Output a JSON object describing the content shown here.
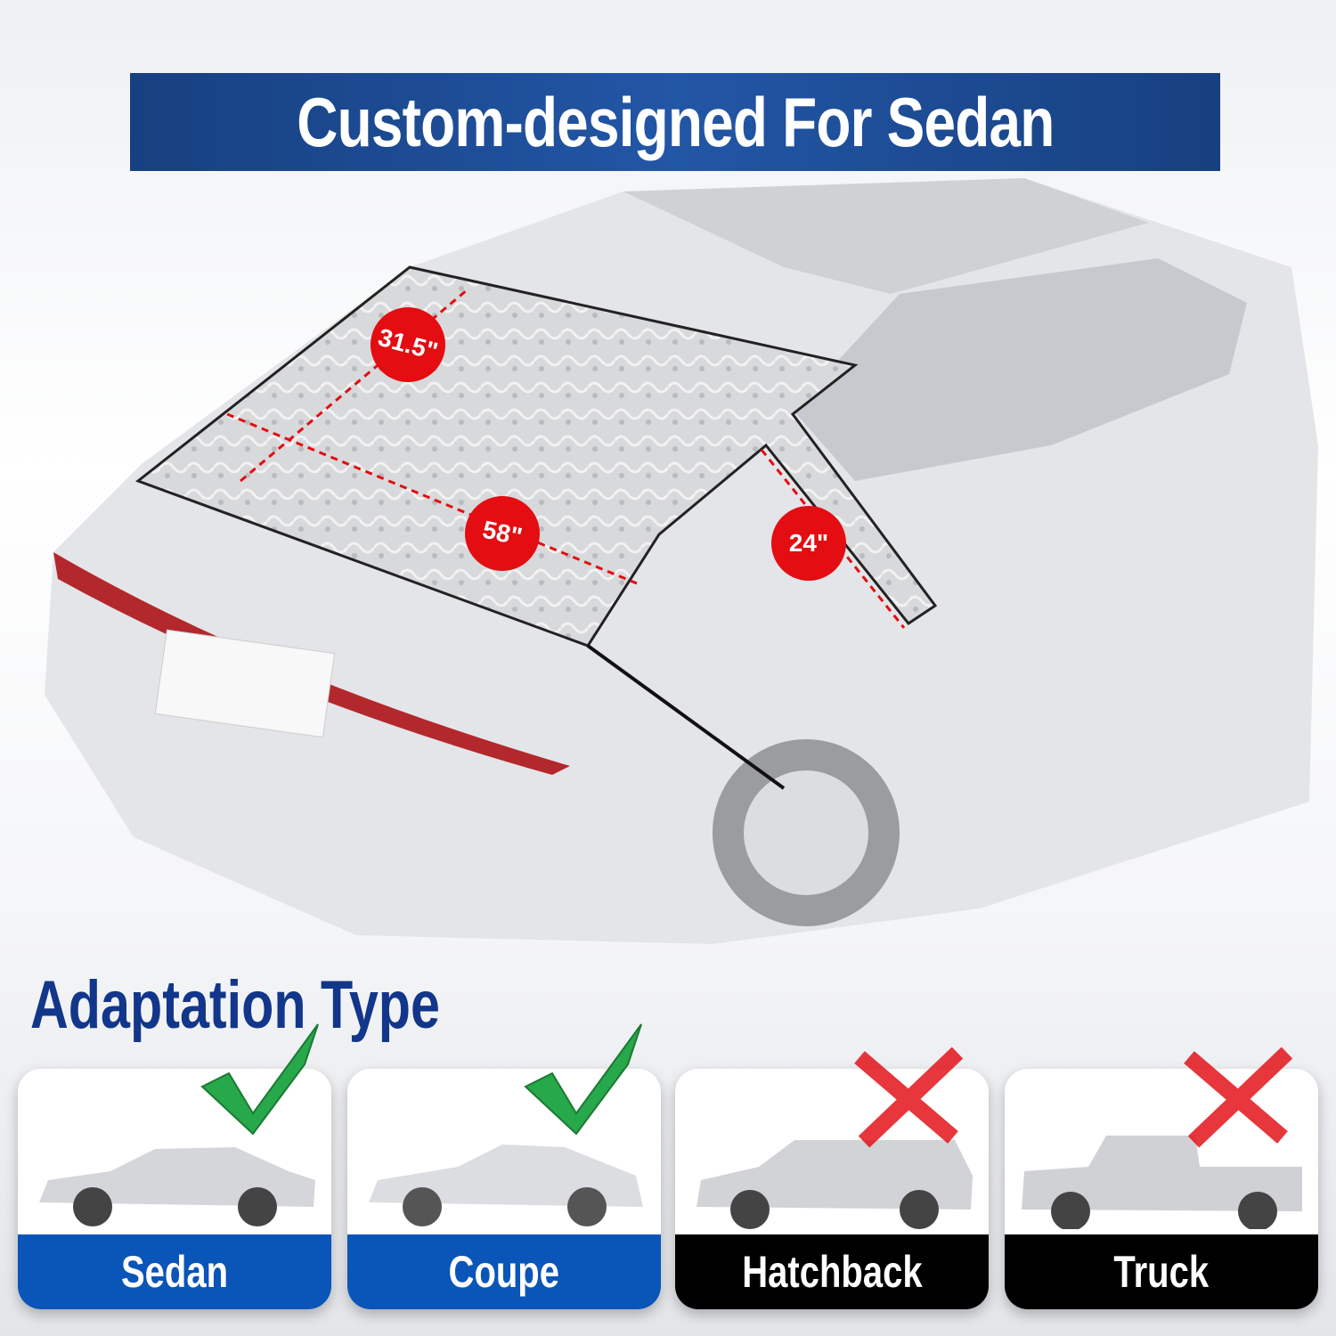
{
  "header": {
    "title": "Custom-designed For Sedan"
  },
  "hero": {
    "dimensions": [
      {
        "label": "31.5\""
      },
      {
        "label": "58\""
      },
      {
        "label": "24\""
      }
    ],
    "colors": {
      "dimension_badge": "#e30d12",
      "cover": "#d9d9d9"
    }
  },
  "adaptation": {
    "title": "Adaptation Type",
    "types": [
      {
        "label": "Sedan",
        "fits": true,
        "icon": "check-icon",
        "band_color": "#0a55b8"
      },
      {
        "label": "Coupe",
        "fits": true,
        "icon": "check-icon",
        "band_color": "#0a55b8"
      },
      {
        "label": "Hatchback",
        "fits": false,
        "icon": "cross-icon",
        "band_color": "#000000"
      },
      {
        "label": "Truck",
        "fits": false,
        "icon": "cross-icon",
        "band_color": "#000000"
      }
    ]
  }
}
